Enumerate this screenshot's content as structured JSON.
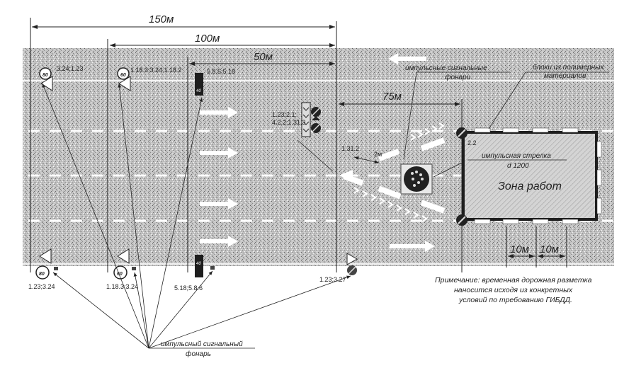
{
  "diagram": {
    "dimensions": {
      "d150": "150м",
      "d100": "100м",
      "d50": "50м",
      "d75": "75м",
      "d10a": "10м",
      "d10b": "10м",
      "d2m": "2м"
    },
    "sign_codes": {
      "top_80": "3.24;1.23",
      "top_60": "1.18.3;3.24;1.18.2",
      "top_40": "5.8.5;5.18",
      "middle_combo_line1": "1.23;2.1;",
      "middle_combo_line2": "4.2.2;1.31.3",
      "bottom_80": "1.23;3.24",
      "bottom_60": "1.18.3;3.24",
      "bottom_40": "5.18;5.8.6",
      "bottom_right": "1.23;3.27",
      "zone_sign": "2.2",
      "taper_code": "1.31.2"
    },
    "sign_values": {
      "speed_80": "80",
      "speed_60": "60",
      "speed_40": "40"
    },
    "callouts": {
      "pulse_lights": [
        "импульсные сигнальные",
        "фонари"
      ],
      "polymer_blocks": [
        "блоки из полимерных",
        "материалов"
      ],
      "pulse_arrow": [
        "импульсная стрелка",
        "d 1200"
      ],
      "pulse_lamp": [
        "импульсный сигнальный",
        "фонарь"
      ]
    },
    "work_zone": "Зона работ",
    "note": [
      "Примечание: временная дорожная разметка",
      "наносится исходя из конкретных",
      "условий по требованию ГИБДД."
    ],
    "colors": {
      "road": "#b8b8b8",
      "ink": "#1e1e1e",
      "marking": "#ffffff",
      "zone": "#cfcfcf"
    }
  }
}
